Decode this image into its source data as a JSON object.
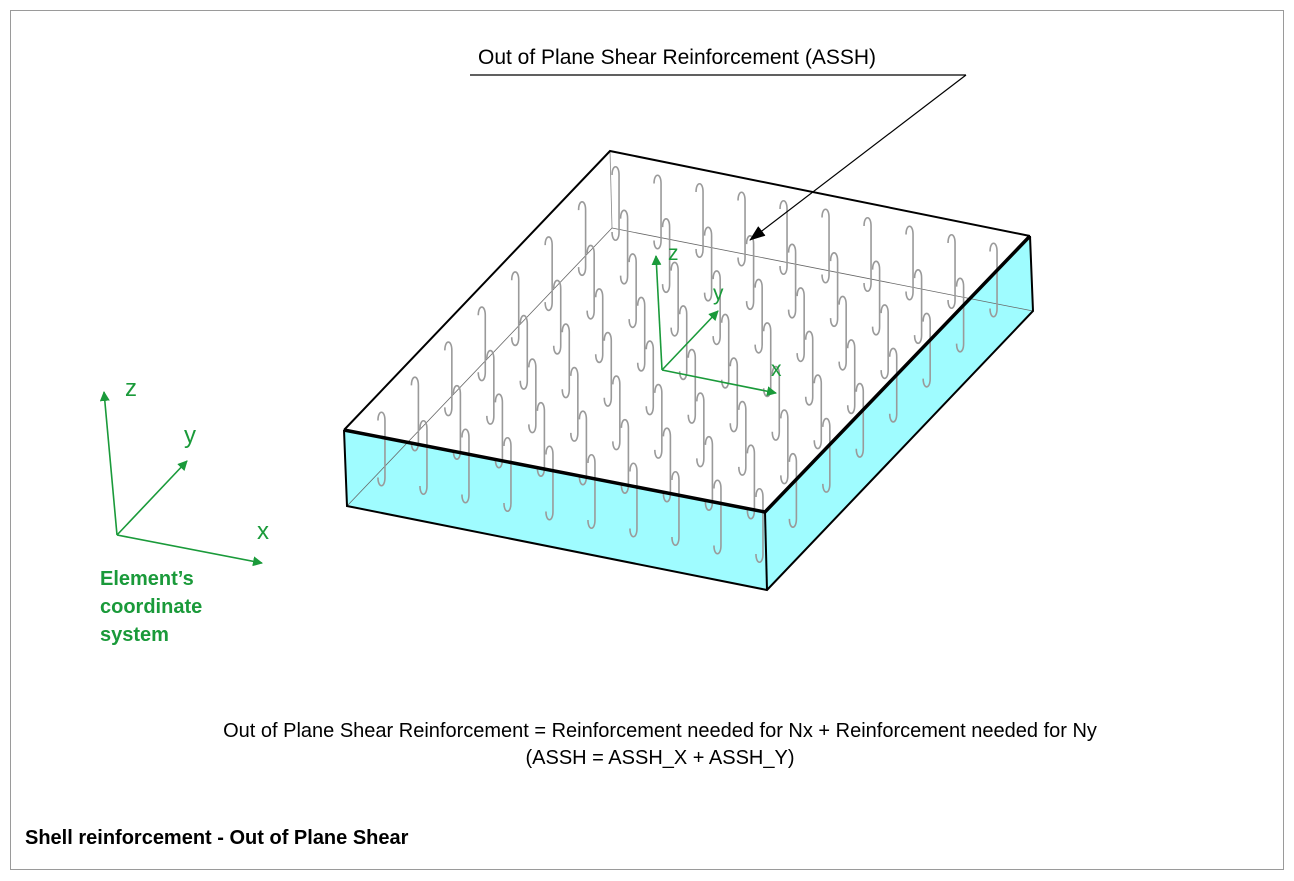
{
  "diagram": {
    "callout_label": "Out of Plane Shear Reinforcement (ASSH)",
    "global_axes": {
      "z": "z",
      "y": "y",
      "x": "x"
    },
    "local_axes": {
      "z": "z",
      "y": "y",
      "x": "x"
    },
    "coord_system_label": [
      "Element’s",
      "coordinate",
      "system"
    ],
    "formula_line1": "Out of Plane Shear Reinforcement = Reinforcement needed for  Nx + Reinforcement needed for Ny",
    "formula_line2": "(ASSH = ASSH_X + ASSH_Y)",
    "caption": "Shell reinforcement - Out of Plane Shear",
    "colors": {
      "axis": "#1a9a3a",
      "slab_side": "#9ffcff",
      "stirrup": "#9a9a9a"
    }
  }
}
